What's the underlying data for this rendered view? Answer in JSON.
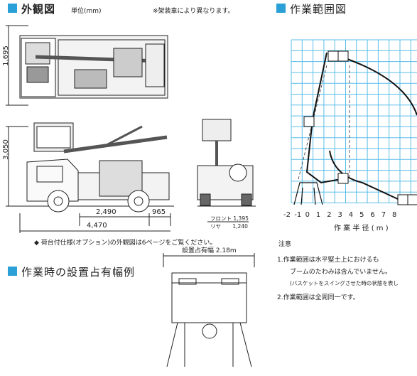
{
  "exterior": {
    "title": "外観図",
    "unit": "単位(mm)",
    "note": "※架装車により異なります。",
    "dims": {
      "width": "1,695",
      "height": "3,050",
      "len_a": "2,490",
      "len_b": "965",
      "len_total": "4,470",
      "front_label": "フロント",
      "front_val": "1,395",
      "rear_label": "リヤ",
      "rear_val": "1,240"
    },
    "option_note": "◆ 荷台付仕様(オプション)の外観図は6ページをご覧ください。"
  },
  "range": {
    "title": "作業範囲図",
    "x_ticks": [
      "-2",
      "-1",
      "0",
      "1",
      "2",
      "3",
      "4",
      "5",
      "6",
      "7",
      "8"
    ],
    "xlabel": "作 業 半 径 ( m )",
    "notes_head": "注意",
    "note1": "1.作業範囲は水平堅土上におけるも",
    "note1b": "ブームのたわみは含んでいません。",
    "note1c": "(バスケットをスイングさせた時の状態を表し",
    "note2": "2.作業範囲は全周同一です。"
  },
  "setup": {
    "title": "作業時の設置占有幅例",
    "width_label": "設置占有幅 2.18m"
  },
  "colors": {
    "accent": "#2aa0d6",
    "grid": "#5bbde8"
  }
}
